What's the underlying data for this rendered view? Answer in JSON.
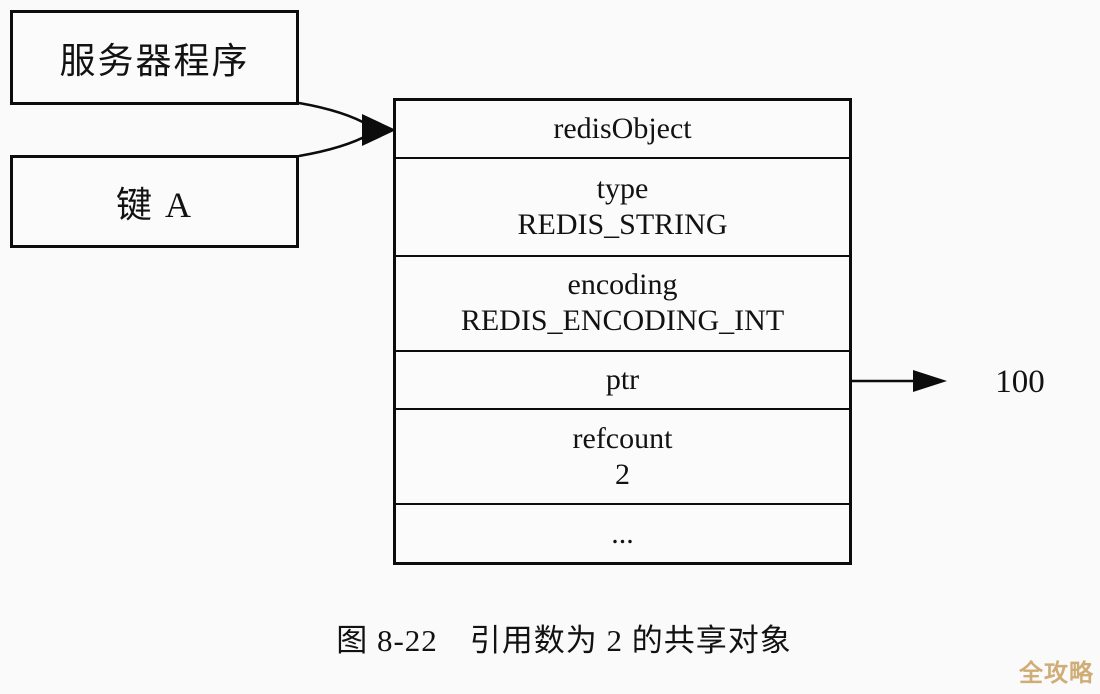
{
  "boxes": {
    "server_label": "服务器程序",
    "key_label": "键 A"
  },
  "object_table": {
    "rows": [
      {
        "lines": [
          "redisObject"
        ]
      },
      {
        "lines": [
          "type",
          "REDIS_STRING"
        ]
      },
      {
        "lines": [
          "encoding",
          "REDIS_ENCODING_INT"
        ]
      },
      {
        "lines": [
          "ptr"
        ]
      },
      {
        "lines": [
          "refcount",
          "2"
        ]
      },
      {
        "lines": [
          "..."
        ]
      }
    ]
  },
  "pointer": {
    "target_value": "100"
  },
  "caption": {
    "text": "图 8-22　引用数为 2 的共享对象"
  },
  "watermark": {
    "text": "全攻略"
  },
  "colors": {
    "line": "#0c0c0c",
    "background": "#fafafa",
    "watermark": "#c9a05f"
  }
}
